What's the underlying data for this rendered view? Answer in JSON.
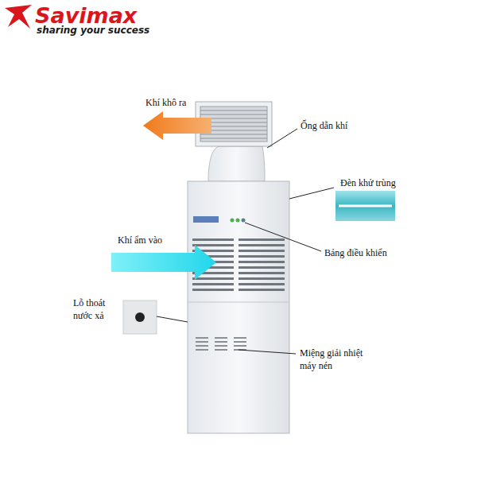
{
  "diagram": {
    "labels": [
      "Savimax",
      "sharing your success",
      "Khí khô ra",
      "Ống dẫn khí",
      "Đèn khử trùng",
      "Khí ẩm vào",
      "Bảng điều khiển",
      "Lỗ thoát nước xả",
      "Miệng giải nhiệt máy nén"
    ]
  }
}
